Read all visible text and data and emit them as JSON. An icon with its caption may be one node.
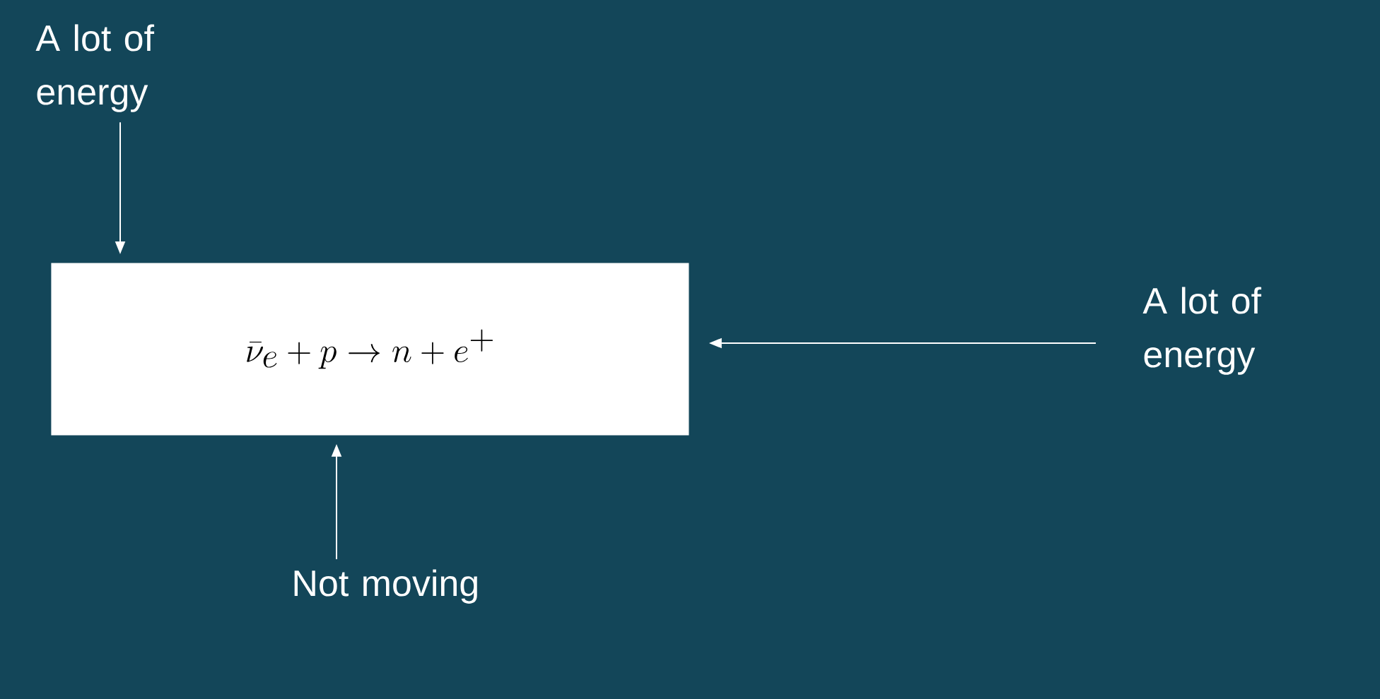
{
  "diagram": {
    "nodes": [
      {
        "text": [
          "A lot of energy"
        ]
      },
      {
        "text": [
          "\\bar{\\nu}_e + p \\rightarrow n + e^{+}"
        ]
      },
      {
        "text": [
          "A lot of energy"
        ]
      },
      {
        "text": [
          "Not moving"
        ]
      }
    ],
    "edges": [
      {
        "from": 0,
        "to": 1,
        "arrow": "to"
      },
      {
        "from": 2,
        "to": 1,
        "arrow": "to"
      },
      {
        "from": 3,
        "to": 1,
        "arrow": "to"
      }
    ]
  }
}
